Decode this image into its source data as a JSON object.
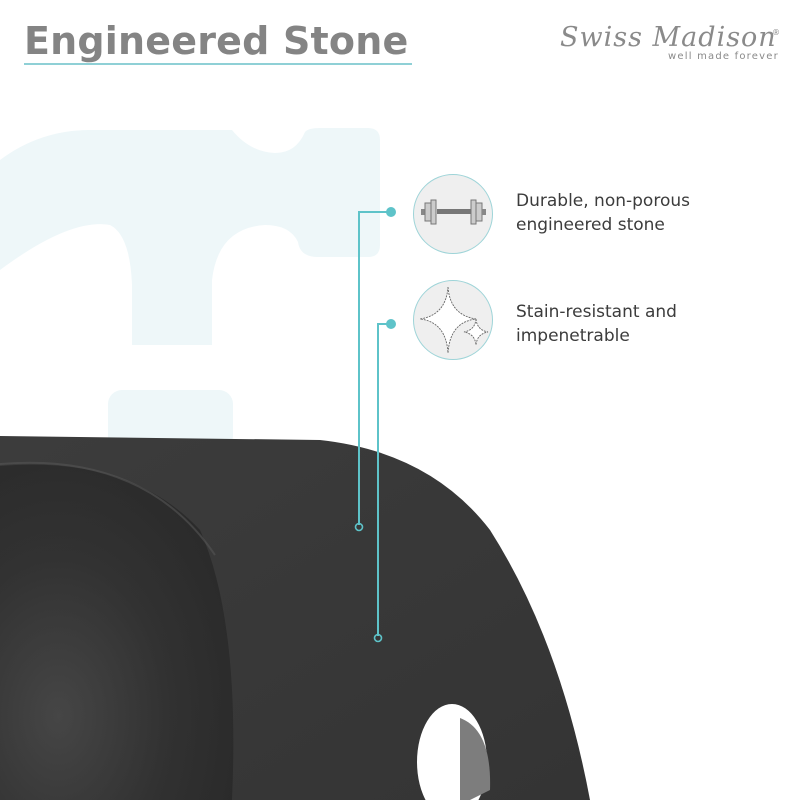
{
  "header": {
    "title": "Engineered Stone",
    "brand_name": "Swiss Madison",
    "brand_registered": "®",
    "brand_tagline": "well made forever"
  },
  "features": [
    {
      "icon": "dumbbell-icon",
      "line1": "Durable, non-porous",
      "line2": "engineered stone"
    },
    {
      "icon": "sparkle-icon",
      "line1": "Stain-resistant and",
      "line2": "impenetrable"
    }
  ],
  "colors": {
    "title": "#848484",
    "accent": "#5ec3c9",
    "underline": "#8fd0d6",
    "watermark": "#eef7f9",
    "sink": "#3a3a3a",
    "text": "#3c3c3c"
  }
}
